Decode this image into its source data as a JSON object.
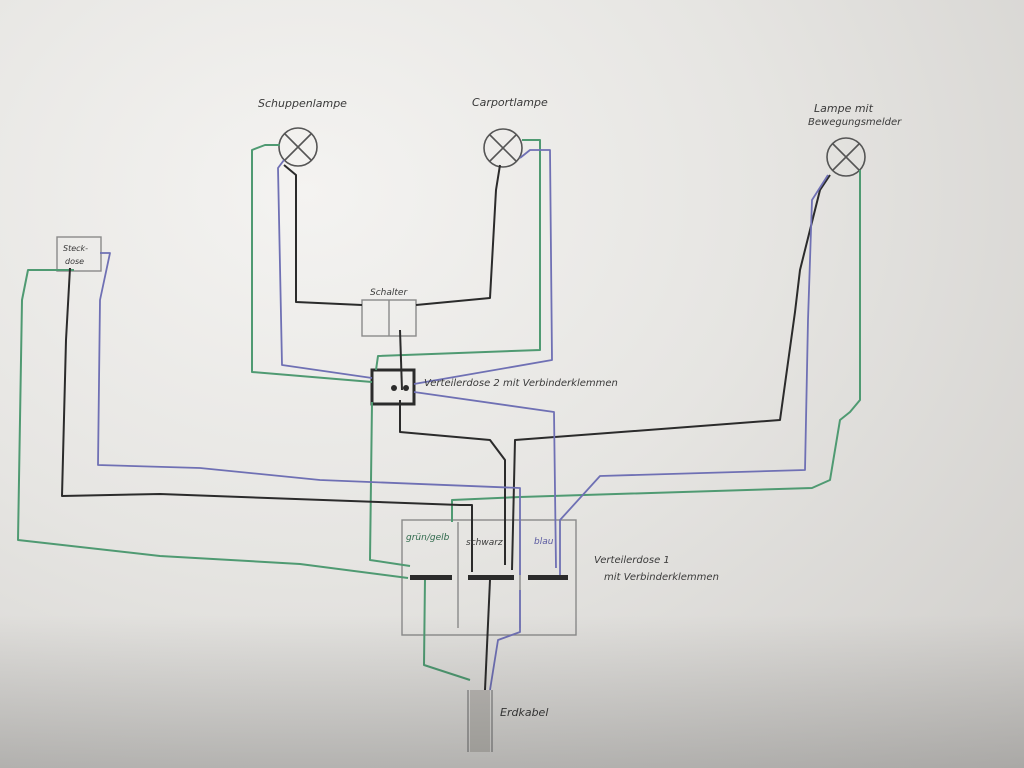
{
  "labels": {
    "schuppen_lampe": "Schuppenlampe",
    "carport_lampe": "Carportlampe",
    "lampe_bewegungsmelder_1": "Lampe mit",
    "lampe_bewegungsmelder_2": "Bewegungsmelder",
    "steckdose_1": "Steck-",
    "steckdose_2": "dose",
    "schalter": "Schalter",
    "verteiler_2": "Verteilerdose 2 mit Verbinderklemmen",
    "gruen_gelb": "grün/gelb",
    "schwarz": "schwarz",
    "blau": "blau",
    "verteiler_1_a": "Verteilerdose 1",
    "verteiler_1_b": "mit Verbinderklemmen",
    "erdkabel": "Erdkabel"
  },
  "colors": {
    "wire_green": "#4f9a72",
    "wire_black": "#2b2b2b",
    "wire_blue": "#6f70b4",
    "pencil": "#8a8a8a"
  }
}
